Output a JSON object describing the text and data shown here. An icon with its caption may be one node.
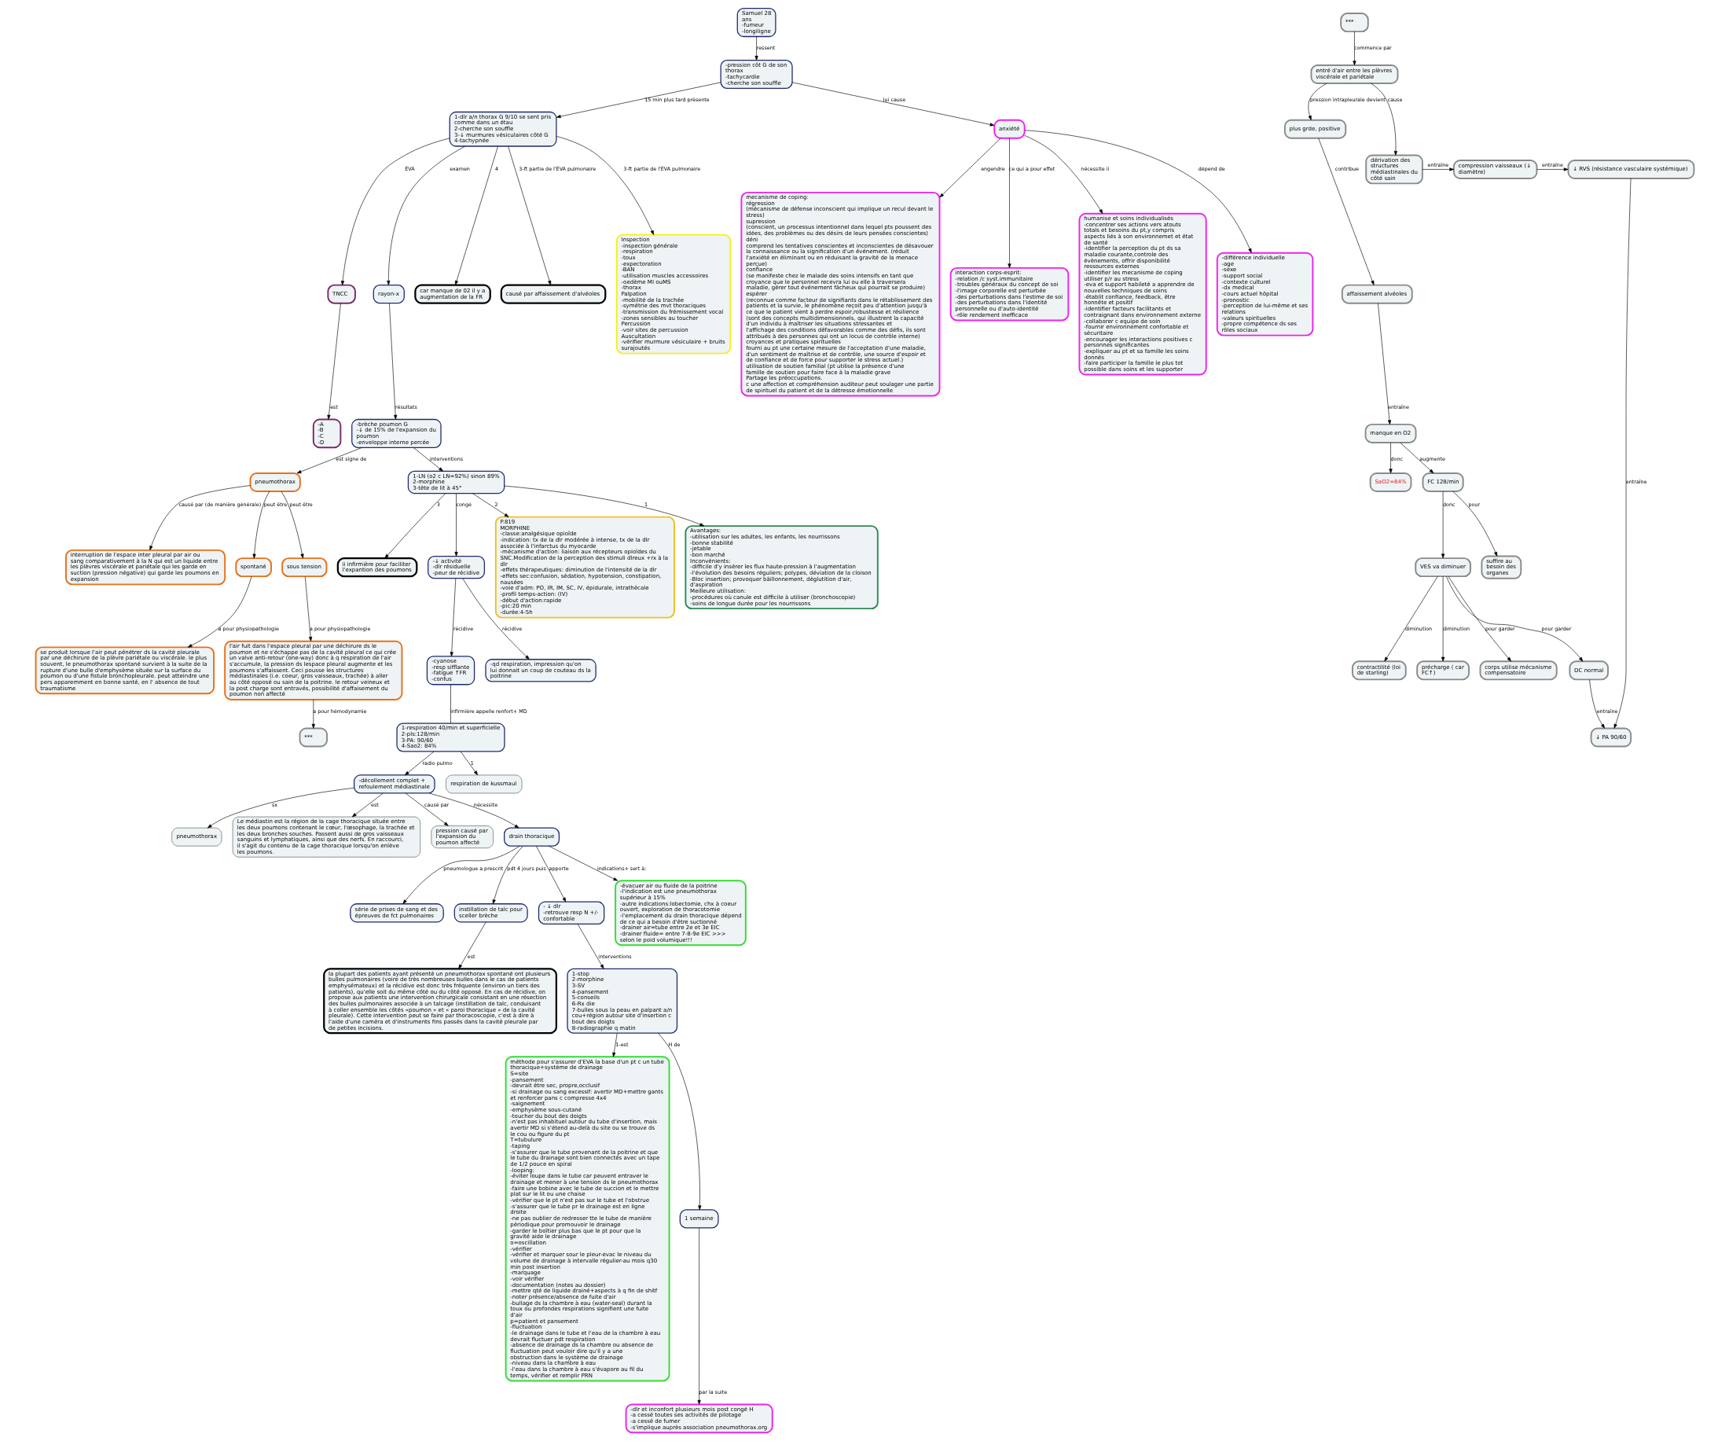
{
  "diagram": {
    "nodes": [
      {
        "text": [
          "Samuel 28 ans -fumeur -longiligne"
        ]
      },
      {
        "text": [
          "-pression côt G de son thorax -tachycardie -cherche son souffle"
        ]
      },
      {
        "text": [
          "1-dlr a/n thorax G 9/10 se sent pris comme dans un étau 2-cherche son souffle 3-↓ murmures vésiculaires côté G 4-tachypnée"
        ]
      },
      {
        "text": [
          "TNCC"
        ]
      },
      {
        "text": [
          "-A -B -C -D"
        ]
      },
      {
        "text": [
          "rayon-x"
        ]
      },
      {
        "text": [
          "-brèche poumon G -↓ de 15% de l'expansion du poumon -enveloppe interne percée"
        ]
      },
      {
        "text": [
          "anxiété"
        ]
      },
      {
        "text": [
          "car manque de 02 il y a augmentation de la FR"
        ]
      },
      {
        "text": [
          "causé par affaissement d'alvéoles"
        ]
      },
      {
        "text": [
          "pneumothorax"
        ]
      },
      {
        "text": [
          "interruption de l'espace inter pleural par air ou sang comparativement à la N qui est un liquide entre les plèvres viscérale et pariétale qui les garde en suction (pression négative) qui garde les poumons en expansion"
        ]
      },
      {
        "text": [
          "spontané"
        ]
      },
      {
        "text": [
          "sous tension"
        ]
      },
      {
        "text": [
          "mecanisme de coping:",
          "régression",
          "(mécanisme de défense inconscient qui implique un recul devant le stress)",
          "supression",
          "(conscient, un processus intentionnel dans lequel pts poussent des idées, des problèmes ou des désirs de leurs pensées conscientes)",
          "déni",
          "comprend les tentatives conscientes et inconscientes de désavouer la connaissance ou la signification d'un événement. (réduit l'anxiété en éliminant ou en réduisant la gravité de la menace perçue)",
          "confiance",
          "(se manifeste chez le malade des soins intensifs en tant que croyance que le personnel recevra lui ou elle à traversera maladie, gérer tout événement fâcheux qui pourrait se produire)",
          "espérer",
          "(reconnue comme facteur de signifiants dans le rétablissement des patients et la survie, le phénomène reçoit peu d'attention jusqu'à ce que le patient vient à perdre espoir,robustesse et résilience (sont des concepts multidimensionnels, qui illustrent la capacité d'un individu à maîtriser les situations stressantes et l'affichage des conditions défavorables comme des défis, ils sont attribués à des personnes qui ont un locus de contrôle interne)",
          "croyances et pratiques spirituelles",
          "fourni au pt une certaine mesure de l'acceptation d'une maladie, d'un sentiment de maîtrise et de contrôle, une source d'espoir et de confiance et de force pour supporter le stress actuel.) utilisation de soutien familial (pt utilise la présence d'une famille de soutien pour faire face à la maladie grave",
          "Partage les préoccupations.",
          "c une affection et compréhension auditeur peut soulager une partie de spirituel du patient et de la détresse émotionnelle"
        ]
      },
      {
        "text": [
          "interaction corps-esprit: -relation /c syst.immunitaire -troubles généraux du concept de soi -l'image corporelle est perturbée -des perturbations dans l'estime de soi -des perturbations dans l'identité personnelle ou d'auto-identité -rôle rendement inefficace"
        ]
      },
      {
        "text": [
          "humanise et soins individualisés -concentrer ses actions vers atouts totals et besoins du pt,y compris aspects liés à son environnemet et état de santé -identifier la perception du pt ds sa maladie courante,controle des évènements, offrir disponibilité ressources externes -identifier les mecanisme de coping utiliser p/r au stress -eva et support habileté a apprendre de nouvelles techniques de soins -établit confiance, feedback, être honnête et positif -identifier facteurs facilitants et contraignant dans environnement externe -collaborer c equipe de soin -fournir environnement confortable et sécuritaire -encourager les interactions positives c personnes significantes -expliquer au pt et sa famille les soins donnés -faire participer la famille le plus tot possible dans soins et les supporter"
        ]
      },
      {
        "text": [
          "se produit lorsque l'air peut pénétrer ds la cavité pleurale par une déchirure de la plèvre pariétale ou viscérale. le plus souvent, le pneumothorax spontané survient à la suite de la rupture d'une bulle d'emphysème située sur la surface du poumon ou d'une fistule bronchopleurale. peut atteindre une pers apparemment en bonne santé, en l' absence de tout traumatisme"
        ]
      },
      {
        "text": [
          "-différence individuelle -age -sexe -support social -contexte culturel -dx medical -cours actuel hôpital -pronostic -perception de lui-même et ses relations -valeurs spirituelles -propre compétence ds ses rôles sociaux"
        ]
      },
      {
        "text": [
          "Inspection -inspection générale -respiration -toux -expectoration -BAN -utilisation muscles accessoires -oedème MI ouMS -thorax",
          "Palpation -mobilité de la trachée -symétrie des mvt thoraciques -transmission du frémissement vocal -zones sensibles au toucher",
          "Percussion -voir sites de percussion",
          "Auscultation -vérifier murmure vésiculaire + bruits surajoutés"
        ]
      },
      {
        "text": [
          "l'air fuit dans l'espace pleural par une déchirure ds le poumon et ne s'échappe pas de la cavité pleural ce qui crée un valve anti-retour (one-way) donc à q respiration de l'air s'accumule, la pression ds lespace pleural augmente et les poumons s'affaissent. Ceci pousse les structures médiastinales (i.e. coeur, gros vaisseaux, trachée) à aller au côté opposé ou sain de la poitrine. le retour veineux et la post charge sont entravés, possibilité d'affaisement du poumon non affecté"
        ]
      },
      {
        "text": [
          "ii infirmière pour faciliter l'expantion des poumons"
        ]
      },
      {
        "text": [
          "1-LN (o2 c LN=92%) sinon 89% 2-morphine 3-tête de lit à 45°"
        ]
      },
      {
        "text": [
          "***"
        ]
      },
      {
        "text": [
          "-décollement complet + refoulement médiastinale"
        ]
      },
      {
        "text": [
          "1-respiration 40/min et superficielle 2-pls:128/min 3-PA: 90/60 4-Sao2: 84%"
        ]
      },
      {
        "text": [
          "-cyanose -resp sifflante -fatigue ↑FR -confus"
        ]
      },
      {
        "text": [
          "-↓ activité -dlr résiduelle -peur de récidive"
        ]
      },
      {
        "text": [
          "respiration de kussmaul"
        ]
      },
      {
        "text": [
          "pneumothorax"
        ]
      },
      {
        "text": [
          "Le médiastin est la région de la cage thoracique située entre les deux poumons contenant le cœur, l'œsophage, la trachée et les deux bronches souches. Passent aussi de gros vaisseaux sanguins et lymphatiques, ainsi que des nerfs. En raccourci, il s'agit du contenu de la cage thoracique lorsqu'on enlève les poumons."
        ]
      },
      {
        "text": [
          "-qd respiration, impression qu'on lui donnait un coup de couteau ds la poitrine"
        ]
      },
      {
        "text": [
          "P.819",
          "MORPHINE",
          "-classe:analgésique opioïde -indication: tx de la dlr modérée à intense, tx de la dlr associée à l'infarctus du myocarde -mécanisme d'action: liaison aux récepteurs opioïdes du SNC.Modification de la perception des stimuli dlreux +rx à la dlr -effets thérapeutiques: diminution de l'intensité de la dlr -effets sec:confusion, sédation, hypotension, constipation, nausées -voie d'adm: PO, IR, IM, SC, IV, épidurale, intrathécale -profil temps-action: (IV) -début d'action:rapide -pic:20 min -durée:4-5h"
        ]
      },
      {
        "text": [
          "pression causé par l'expansion du poumon affecté"
        ]
      },
      {
        "text": [
          "série de prises de sang et des épreuves de fct pulmonaires"
        ]
      },
      {
        "text": [
          "méthode pour s'assurer d'EVA la base d'un pt c un tube thoracique+système de drainage",
          "S=site -pansement -devrait être sec, propre,occlusif -si drainage ou sang excessif: avertir MD+mettre gants et renforcer pans c compresse 4x4 -saignement -emphysème sous-cutané -toucher du bout des doigts -n'est pas inhabituel autour du tube d'insertion, mais avertir MD si s'étend au-delà du site ou se trouve ds le cou ou figure du pt",
          "T=tubulure -taping -s'assurer que le tube provenant de la poitrine et que le tube du drainage sont bien connectés avec un tape de 1/2 pouce en spiral -looping: -éviter loupe dans le tube car peuvent entraver le drainage et mener à une tension ds le pneumothorax -faire une bobine avec le tube de succion et le mettre plat sur le lit ou une chaise -vérifier que le pt n'est pas sur le tube et l'obstrue -s'assurer que le tube pr le drainage est en ligne droite -ne pas oublier de redresser tte le tube de manière périodique pour promouvoir le drainage -garder le boîtier plus bas que le pt pour que la gravité aide le drainage",
          "o=oscillation -vérifier -vérifier et marquer sour le pleur-evac le niveau du volume de drainage à intervalle régulier-au mois q30 min post insertion -marquage -voir vérifier -documentation (notes au dossier) -mettre qté de liquide drainé+aspects à q fin de shitf -noter présence/absence de fuite d'air -bullage ds la chambre à eau (water-seal) durant la toux ou profondes respirations signifient une fuite d'air",
          "p=patient et pansement -fluctuation -le drainage dans le tube et l'eau de la chambre à eau devrait fluctuer pdt respiration -absence de drainage ds la chambre ou absence de fluctuation peut vouloir dire qu'il y a une obstruction dans le système de drainage -niveau dans la chambre à eau -l'eau dans la chambre à eau s'évapore au fil du temps, vérifier et remplir PRN"
        ]
      },
      {
        "text": [
          "drain thoracique"
        ]
      },
      {
        "text": [
          "instillation de talc pour sceller brèche"
        ]
      },
      {
        "text": [
          "la plupart des patients ayant présenté un pneumothorax spontané ont plusieurs bulles pulmonaires (voire de très nombreuses bulles dans le cas de patients emphysémateux) et la récidive est donc très fréquente (environ un tiers des patients), qu'elle soit du même côté ou du côté opposé. En cas de récidive, on propose aux patients une intervention chirurgicale consistant en une résection des bulles pulmonaires associée à un talcage (instillation de talc, conduisant à coller ensemble les côtés «poumon » et « paroi thoracique » de la cavité pleurale). Cette intervention peut se faire par thoracoscopie, c'est à dire à l'aide d'une caméra et d'instruments fins passés dans la cavité pleurale par de petites incisions."
        ]
      },
      {
        "text": [
          "Avantages: -utilisation sur les adultes, les enfants, les nourrissons -bonne stabilité -jetable -bon marché",
          "Inconvénients: -difficile d'y insérer les flux haute-pression à l'augmentation -l'évolution des besoins réguliers; polypes, déviation de la cloison -Bloc insertion; provoquer bâillonnement, déglutition d'air, d'aspiration",
          "Meilleure utilisation: -procédures où canule est difficile à utiliser (bronchoscopie) -soins de longue durée pour les nourrissons"
        ]
      },
      {
        "text": [
          "***"
        ]
      },
      {
        "text": [
          "entré d'air entre les plèvres viscérale et pariétale"
        ]
      },
      {
        "text": [
          "plus grde, positive"
        ]
      },
      {
        "text": [
          "affaissement alvéoles"
        ]
      },
      {
        "text": [
          "manque en O2"
        ]
      },
      {
        "text": [
          "SaO2=84%"
        ]
      },
      {
        "text": [
          "contractilité (loi de starling)"
        ]
      },
      {
        "text": [
          "VES va diminuer"
        ]
      },
      {
        "text": [
          "FC 128/min"
        ]
      },
      {
        "text": [
          "précharge ( car FC↑)"
        ]
      },
      {
        "text": [
          "suffire au besoin des organes"
        ]
      },
      {
        "text": [
          "corps utilise mécanisme compensatoire"
        ]
      },
      {
        "text": [
          "DC normal"
        ]
      },
      {
        "text": [
          "↓ PA 90/60"
        ]
      },
      {
        "text": [
          "- ↓ dlr -retrouve resp N +/- confortable"
        ]
      },
      {
        "text": [
          "-évacuer air ou fluide de la poitrine -l'indication est une pneumothorax supérieur à 15% -autre indications:lobectomie, chx à coeur ouvert, exploration de thoracotomie -l'emplacement du drain thoracique dépend de ce qui a besoin d'être suctionné -drainer air=tube entre 2e et 3e EIC -drainer fluide= entre 7-8-9e EIC >>> selon le poid volumique!!!"
        ]
      },
      {
        "text": [
          "dérivation des structures médiastinales du côté sain"
        ]
      },
      {
        "text": [
          "compression vaisseaux (↓ diamètre)"
        ]
      },
      {
        "text": [
          "↓ RVS (résistance vasculaire systémique)"
        ]
      },
      {
        "text": [
          "1-stop 2-morphine 3-SV 4-pansement 5-conseils 6-Rx die 7-bulles sous la peau en palpant a/n cou+région autour site d'insertion c bout des doigts 8-radiographie q matin"
        ]
      },
      {
        "text": [
          "1 semaine"
        ]
      },
      {
        "text": [
          "-dlr et inconfort plusieurs mois post congé H -a cessé toutes ses activités de pilotage -a cessé de fumer -s'implique auprès association pneumothorax.org"
        ]
      }
    ],
    "edges": [
      {
        "from": 0,
        "to": 1,
        "arrow": "to",
        "label": "ressent"
      },
      {
        "from": 1,
        "to": 2,
        "arrow": "to",
        "label": "15 min plus tard présente"
      },
      {
        "from": 1,
        "to": 7,
        "arrow": "to",
        "label": "lui cause"
      },
      {
        "from": 2,
        "to": 3,
        "arrow": "to",
        "label": "EVA"
      },
      {
        "from": 3,
        "to": 4,
        "arrow": "to",
        "label": "est"
      },
      {
        "from": 2,
        "to": 8,
        "arrow": "to",
        "label": "4"
      },
      {
        "from": 2,
        "to": 9,
        "arrow": "to",
        "label": "3-ft partie de l'EVA pulmonaire"
      },
      {
        "from": 2,
        "to": 19,
        "arrow": "to",
        "label": "3-ft partie de l'EVA pulmonaire"
      },
      {
        "from": 2,
        "to": 5,
        "arrow": "to",
        "label": "examen"
      },
      {
        "from": 5,
        "to": 6,
        "arrow": "to",
        "label": "résultats"
      },
      {
        "from": 6,
        "to": 10,
        "arrow": "to",
        "label": "est signe de"
      },
      {
        "from": 10,
        "to": 11,
        "arrow": "to",
        "label": "causé par (de manière générale)"
      },
      {
        "from": 10,
        "to": 12,
        "arrow": "to",
        "label": "peut être"
      },
      {
        "from": 10,
        "to": 13,
        "arrow": "to",
        "label": "peut être"
      },
      {
        "from": 12,
        "to": 17,
        "arrow": "to",
        "label": "a pour physiopathologie"
      },
      {
        "from": 13,
        "to": 20,
        "arrow": "to",
        "label": "a pour physiopathologie"
      },
      {
        "from": 20,
        "to": 23,
        "arrow": "to",
        "label": "a pour hémodynamie"
      },
      {
        "from": 6,
        "to": 22,
        "arrow": "to",
        "label": "interventions"
      },
      {
        "from": 22,
        "to": 21,
        "arrow": "to",
        "label": "3"
      },
      {
        "from": 22,
        "to": 39,
        "arrow": "to",
        "label": "1"
      },
      {
        "from": 22,
        "to": 32,
        "arrow": "to",
        "label": "2"
      },
      {
        "from": 22,
        "to": 27,
        "arrow": "to",
        "label": "congé"
      },
      {
        "from": 27,
        "to": 26,
        "arrow": "to",
        "label": "récidive"
      },
      {
        "from": 27,
        "to": 31,
        "arrow": "to",
        "label": "récidive"
      },
      {
        "from": 26,
        "to": 25,
        "arrow": "none",
        "label": "infirmière appelle renfort+ MD"
      },
      {
        "from": 25,
        "to": 28,
        "arrow": "to",
        "label": "1"
      },
      {
        "from": 25,
        "to": 24,
        "arrow": "to",
        "label": "radio pulmo"
      },
      {
        "from": 24,
        "to": 29,
        "arrow": "to",
        "label": "sx"
      },
      {
        "from": 24,
        "to": 30,
        "arrow": "to",
        "label": "est"
      },
      {
        "from": 24,
        "to": 33,
        "arrow": "to",
        "label": "causé par"
      },
      {
        "from": 24,
        "to": 36,
        "arrow": "to",
        "label": "nécessite"
      },
      {
        "from": 7,
        "to": 14,
        "arrow": "to",
        "label": "engendre"
      },
      {
        "from": 7,
        "to": 15,
        "arrow": "to",
        "label": "ce qui a pour effet"
      },
      {
        "from": 7,
        "to": 18,
        "arrow": "to",
        "label": "dépend de"
      },
      {
        "from": 7,
        "to": 16,
        "arrow": "to",
        "label": "nécessite ii"
      },
      {
        "from": 36,
        "to": 34,
        "arrow": "to",
        "label": "pneumologue a prescrit"
      },
      {
        "from": 36,
        "to": 37,
        "arrow": "to",
        "label": "pdt 4 jours puis"
      },
      {
        "from": 37,
        "to": 38,
        "arrow": "to",
        "label": "est"
      },
      {
        "from": 36,
        "to": 55,
        "arrow": "to",
        "label": "indications+ sert à:"
      },
      {
        "from": 36,
        "to": 54,
        "arrow": "to",
        "label": "apporte"
      },
      {
        "from": 54,
        "to": 59,
        "arrow": "to",
        "label": "interventions"
      },
      {
        "from": 59,
        "to": 35,
        "arrow": "to",
        "label": "1-est"
      },
      {
        "from": 59,
        "to": 60,
        "arrow": "to",
        "label": "H de"
      },
      {
        "from": 60,
        "to": 61,
        "arrow": "to",
        "label": "par la suite"
      },
      {
        "from": 40,
        "to": 41,
        "arrow": "to",
        "label": "commence par"
      },
      {
        "from": 41,
        "to": 42,
        "arrow": "to",
        "label": "pression intrapleurale devient"
      },
      {
        "from": 42,
        "to": 43,
        "arrow": "to",
        "label": "contribue"
      },
      {
        "from": 43,
        "to": 44,
        "arrow": "to",
        "label": "entraîne"
      },
      {
        "from": 44,
        "to": 45,
        "arrow": "to",
        "label": "donc"
      },
      {
        "from": 44,
        "to": 48,
        "arrow": "to",
        "label": "augmente"
      },
      {
        "from": 48,
        "to": 47,
        "arrow": "to",
        "label": "donc"
      },
      {
        "from": 48,
        "to": 50,
        "arrow": "to",
        "label": "pour"
      },
      {
        "from": 47,
        "to": 46,
        "arrow": "to",
        "label": "diminution"
      },
      {
        "from": 47,
        "to": 49,
        "arrow": "to",
        "label": "diminution"
      },
      {
        "from": 47,
        "to": 51,
        "arrow": "to",
        "label": "pour garder"
      },
      {
        "from": 47,
        "to": 52,
        "arrow": "to",
        "label": "pour garder"
      },
      {
        "from": 52,
        "to": 53,
        "arrow": "to",
        "label": "entraîne"
      },
      {
        "from": 58,
        "to": 53,
        "arrow": "to",
        "label": "entraîne"
      },
      {
        "from": 41,
        "to": 56,
        "arrow": "to",
        "label": "cause"
      },
      {
        "from": 56,
        "to": 57,
        "arrow": "to",
        "label": "entraîne"
      },
      {
        "from": 57,
        "to": 58,
        "arrow": "to",
        "label": "entraîne"
      }
    ]
  }
}
